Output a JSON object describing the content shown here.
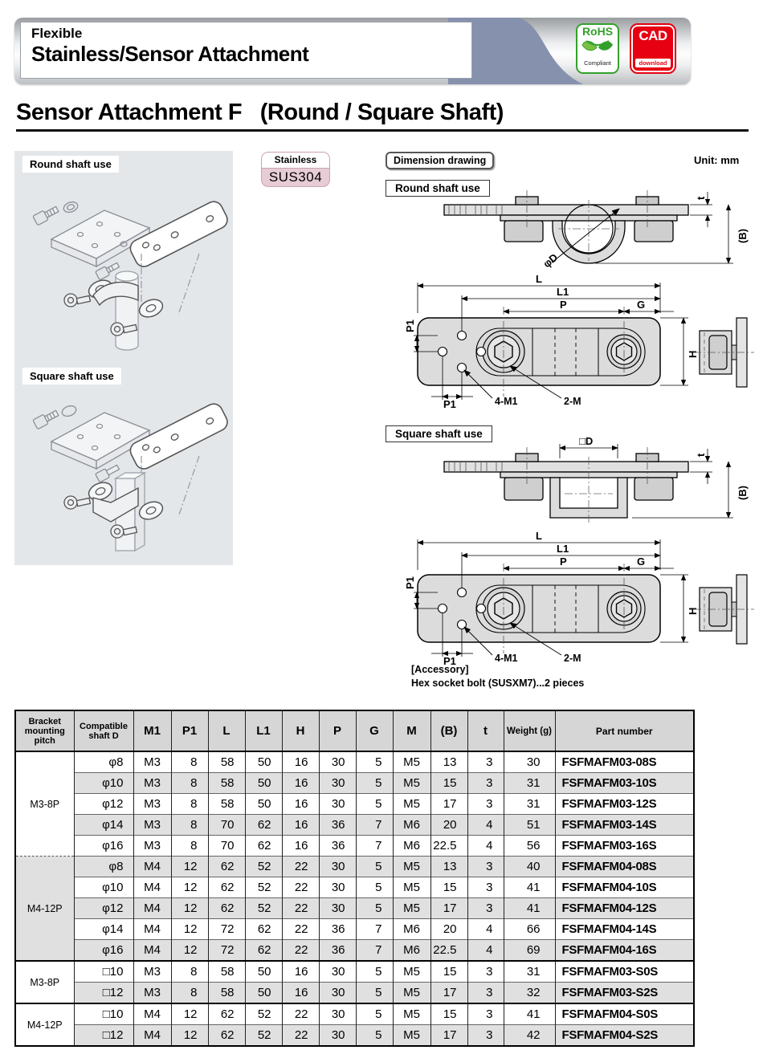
{
  "header": {
    "series_label": "Flexible",
    "series_title": "Stainless/Sensor Attachment",
    "rohs_badge": {
      "title": "RoHS",
      "subtitle": "Compliant"
    },
    "cad_badge": {
      "title": "CAD",
      "subtitle": "download"
    }
  },
  "page_title": "Sensor Attachment F   (Round / Square Shaft)",
  "material_badge": {
    "label": "Stainless",
    "value": "SUS304"
  },
  "assembly_panel": {
    "round_label": "Round shaft use",
    "square_label": "Square shaft use"
  },
  "dimension_panel": {
    "title": "Dimension drawing",
    "unit": "Unit: mm",
    "round_label": "Round shaft use",
    "square_label": "Square shaft use",
    "accessory_heading": "[Accessory]",
    "accessory_note": "Hex socket bolt (SUSXM7)...2 pieces"
  },
  "dims": {
    "L": "L",
    "L1": "L1",
    "P": "P",
    "G": "G",
    "P1": "P1",
    "H": "H",
    "four_M1": "4-M1",
    "two_M": "2-M",
    "t": "t",
    "B": "(B)",
    "phi_D": "φD",
    "square_D": "□D"
  },
  "colors": {
    "rohs_green": "#33a02c",
    "cad_red": "#e60012",
    "stainless_pink": "#e7ccd6",
    "panel_gray": "#e4e7ea",
    "swoosh_blue": "#8691ae",
    "table_header_gray": "#d6d6d6",
    "row_shade_gray": "#e0e0e0"
  },
  "table": {
    "headers": [
      "Bracket mounting pitch",
      "Compatible shaft D",
      "M1",
      "P1",
      "L",
      "L1",
      "H",
      "P",
      "G",
      "M",
      "(B)",
      "t",
      "Weight (g)",
      "Part number"
    ],
    "rows": [
      {
        "group": "M3-8P",
        "group_span": 5,
        "cells": [
          "φ8",
          "M3",
          "8",
          "58",
          "50",
          "16",
          "30",
          "5",
          "M5",
          "13",
          "3",
          "30"
        ],
        "part": "FSFMAFM03-08S",
        "shaded": false
      },
      {
        "cells": [
          "φ10",
          "M3",
          "8",
          "58",
          "50",
          "16",
          "30",
          "5",
          "M5",
          "15",
          "3",
          "31"
        ],
        "part": "FSFMAFM03-10S",
        "shaded": true
      },
      {
        "cells": [
          "φ12",
          "M3",
          "8",
          "58",
          "50",
          "16",
          "30",
          "5",
          "M5",
          "17",
          "3",
          "31"
        ],
        "part": "FSFMAFM03-12S",
        "shaded": false
      },
      {
        "cells": [
          "φ14",
          "M3",
          "8",
          "70",
          "62",
          "16",
          "36",
          "7",
          "M6",
          "20",
          "4",
          "51"
        ],
        "part": "FSFMAFM03-14S",
        "shaded": true
      },
      {
        "cells": [
          "φ16",
          "M3",
          "8",
          "70",
          "62",
          "16",
          "36",
          "7",
          "M6",
          "22.5",
          "4",
          "56"
        ],
        "part": "FSFMAFM03-16S",
        "shaded": false
      },
      {
        "group": "M4-12P",
        "group_span": 5,
        "dashed_top": true,
        "cells": [
          "φ8",
          "M4",
          "12",
          "62",
          "52",
          "22",
          "30",
          "5",
          "M5",
          "13",
          "3",
          "40"
        ],
        "part": "FSFMAFM04-08S",
        "shaded": true
      },
      {
        "cells": [
          "φ10",
          "M4",
          "12",
          "62",
          "52",
          "22",
          "30",
          "5",
          "M5",
          "15",
          "3",
          "41"
        ],
        "part": "FSFMAFM04-10S",
        "shaded": false
      },
      {
        "cells": [
          "φ12",
          "M4",
          "12",
          "62",
          "52",
          "22",
          "30",
          "5",
          "M5",
          "17",
          "3",
          "41"
        ],
        "part": "FSFMAFM04-12S",
        "shaded": true
      },
      {
        "cells": [
          "φ14",
          "M4",
          "12",
          "72",
          "62",
          "22",
          "36",
          "7",
          "M6",
          "20",
          "4",
          "66"
        ],
        "part": "FSFMAFM04-14S",
        "shaded": false
      },
      {
        "cells": [
          "φ16",
          "M4",
          "12",
          "72",
          "62",
          "22",
          "36",
          "7",
          "M6",
          "22.5",
          "4",
          "69"
        ],
        "part": "FSFMAFM04-16S",
        "shaded": true
      },
      {
        "group": "M3-8P",
        "group_span": 2,
        "section_break": true,
        "cells": [
          "□10",
          "M3",
          "8",
          "58",
          "50",
          "16",
          "30",
          "5",
          "M5",
          "15",
          "3",
          "31"
        ],
        "part": "FSFMAFM03-S0S",
        "shaded": false
      },
      {
        "cells": [
          "□12",
          "M3",
          "8",
          "58",
          "50",
          "16",
          "30",
          "5",
          "M5",
          "17",
          "3",
          "32"
        ],
        "part": "FSFMAFM03-S2S",
        "shaded": true
      },
      {
        "group": "M4-12P",
        "group_span": 2,
        "group_break": true,
        "cells": [
          "□10",
          "M4",
          "12",
          "62",
          "52",
          "22",
          "30",
          "5",
          "M5",
          "15",
          "3",
          "41"
        ],
        "part": "FSFMAFM04-S0S",
        "shaded": false
      },
      {
        "cells": [
          "□12",
          "M4",
          "12",
          "62",
          "52",
          "22",
          "30",
          "5",
          "M5",
          "17",
          "3",
          "42"
        ],
        "part": "FSFMAFM04-S2S",
        "shaded": true
      }
    ]
  }
}
